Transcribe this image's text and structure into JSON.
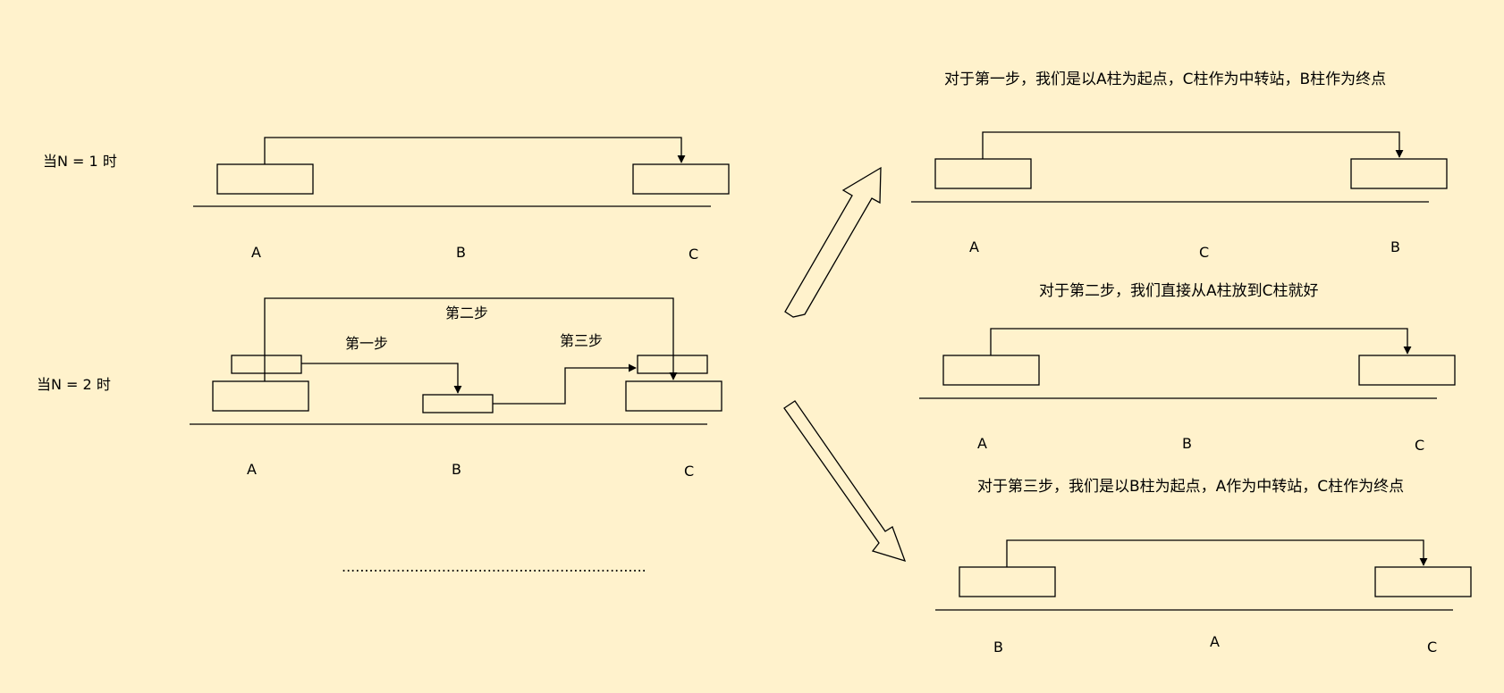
{
  "colors": {
    "background": "#fff2cc",
    "stroke": "#000000"
  },
  "left": {
    "n1": {
      "label": "当N = 1 时",
      "pegs": [
        "A",
        "B",
        "C"
      ]
    },
    "n2": {
      "label": "当N = 2 时",
      "steps": [
        "第一步",
        "第二步",
        "第三步"
      ],
      "pegs": [
        "A",
        "B",
        "C"
      ]
    },
    "ellipsis": "..................................................................."
  },
  "right": {
    "step1": {
      "caption": "对于第一步，我们是以A柱为起点，C柱作为中转站，B柱作为终点",
      "pegs": [
        "A",
        "C",
        "B"
      ]
    },
    "step2": {
      "caption": "对于第二步，我们直接从A柱放到C柱就好",
      "pegs": [
        "A",
        "B",
        "C"
      ]
    },
    "step3": {
      "caption": "对于第三步，我们是以B柱为起点，A作为中转站，C柱作为终点",
      "pegs": [
        "B",
        "A",
        "C"
      ]
    }
  }
}
